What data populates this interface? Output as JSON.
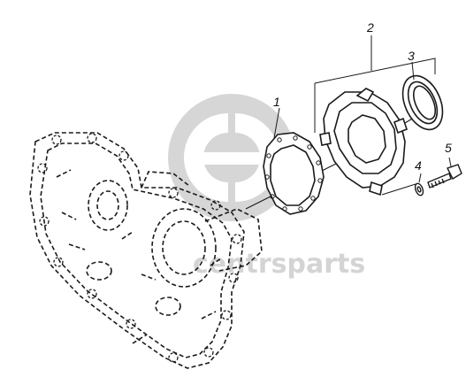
{
  "diagram": {
    "callouts": [
      {
        "id": "1",
        "label": "1",
        "part": "gasket"
      },
      {
        "id": "2",
        "label": "2",
        "part": "cover-assembly"
      },
      {
        "id": "3",
        "label": "3",
        "part": "seal-ring"
      },
      {
        "id": "4",
        "label": "4",
        "part": "washer"
      },
      {
        "id": "5",
        "label": "5",
        "part": "bolt"
      }
    ]
  },
  "watermark": {
    "text": "centrsparts",
    "logo_icon": "cd-logo-icon",
    "color": "#d4d4d4"
  },
  "colors": {
    "line": "#1a1a1a",
    "background": "#ffffff"
  }
}
